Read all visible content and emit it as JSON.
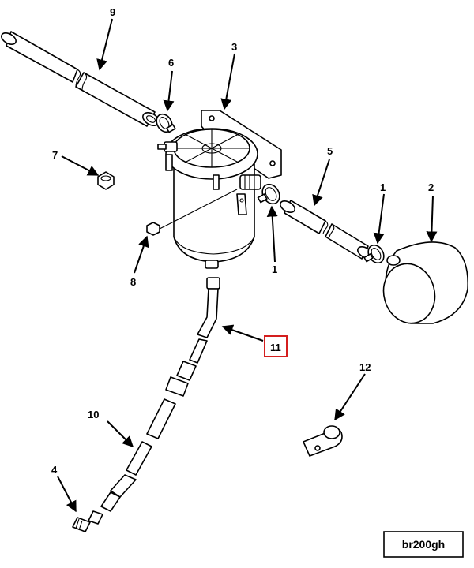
{
  "callouts": {
    "c1a": "1",
    "c1b": "1",
    "c2": "2",
    "c3": "3",
    "c4": "4",
    "c5": "5",
    "c6": "6",
    "c7": "7",
    "c8": "8",
    "c9": "9",
    "c10": "10",
    "c11": "11",
    "c12": "12"
  },
  "highlighted_callout": "11",
  "drawing_id": "br200gh",
  "colors": {
    "line": "#000000",
    "highlight": "#d41e1e",
    "background": "#ffffff"
  }
}
